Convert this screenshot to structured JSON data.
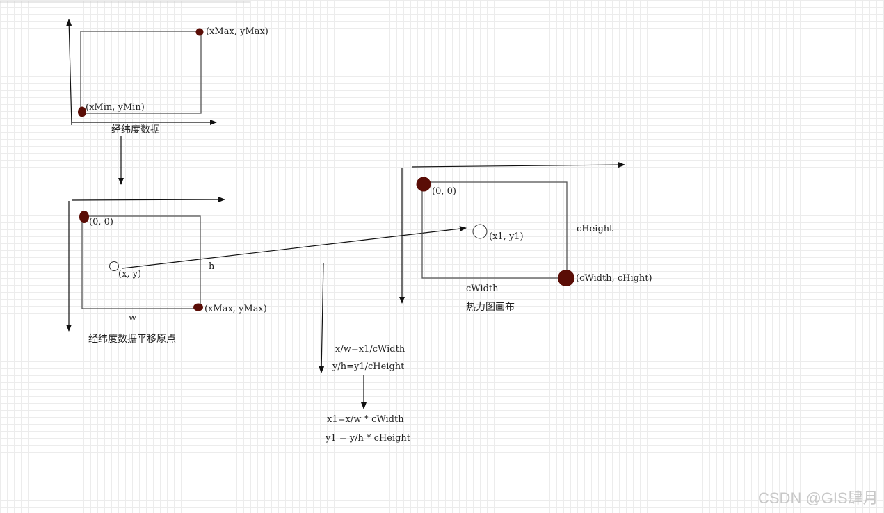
{
  "diagram": {
    "panel1": {
      "corner_max": "(xMax, yMax)",
      "corner_min": "(xMin, yMin)",
      "caption": "经纬度数据"
    },
    "panel2": {
      "origin": "(0, 0)",
      "point": "(x, y)",
      "height_label": "h",
      "width_label": "w",
      "corner_max": "(xMax, yMax)",
      "caption": "经纬度数据平移原点"
    },
    "panel3": {
      "origin": "(0, 0)",
      "point": "(x1, y1)",
      "height_label": "cHeight",
      "corner": "(cWidth, cHight)",
      "width_label": "cWidth",
      "caption": "热力图画布"
    },
    "formulas": {
      "ratio_x": "x/w=x1/cWidth",
      "ratio_y": "y/h=y1/cHeight",
      "result_x": "x1=x/w * cWidth",
      "result_y": "y1 = y/h * cHeight"
    }
  },
  "watermark": "CSDN @GIS肆月"
}
